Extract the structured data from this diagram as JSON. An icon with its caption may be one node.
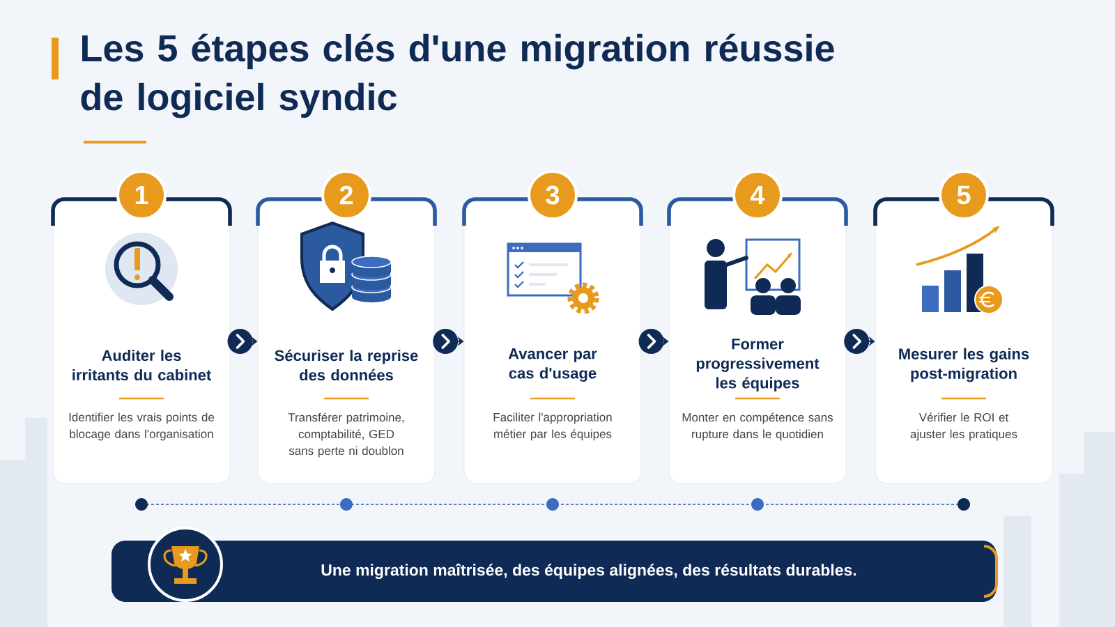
{
  "diagram": {
    "title": "Les 5 étapes clés d'une migration réussie de logiciel syndic",
    "nodes": [
      {
        "text": [
          "1",
          "Auditer les irritants du cabinet",
          "Identifier les vrais points de blocage dans l'organisation"
        ]
      },
      {
        "text": [
          "2",
          "Sécuriser la reprise des données",
          "Transférer patrimoine, comptabilité, GED sans perte ni doublon"
        ]
      },
      {
        "text": [
          "3",
          "Avancer par cas d'usage",
          "Faciliter l'appropriation métier par les équipes"
        ]
      },
      {
        "text": [
          "4",
          "Former progressivement les équipes",
          "Monter en compétence sans rupture dans le quotidien"
        ]
      },
      {
        "text": [
          "5",
          "Mesurer les gains post-migration",
          "Vérifier le ROI et ajuster les pratiques"
        ]
      },
      {
        "text": [
          "Une migration maîtrisée, des équipes alignées, des résultats durables."
        ]
      }
    ],
    "edges": [
      {
        "from": 0,
        "to": 1,
        "arrow": "to"
      },
      {
        "from": 1,
        "to": 2,
        "arrow": "to"
      },
      {
        "from": 2,
        "to": 3,
        "arrow": "to"
      },
      {
        "from": 3,
        "to": 4,
        "arrow": "to"
      }
    ]
  }
}
